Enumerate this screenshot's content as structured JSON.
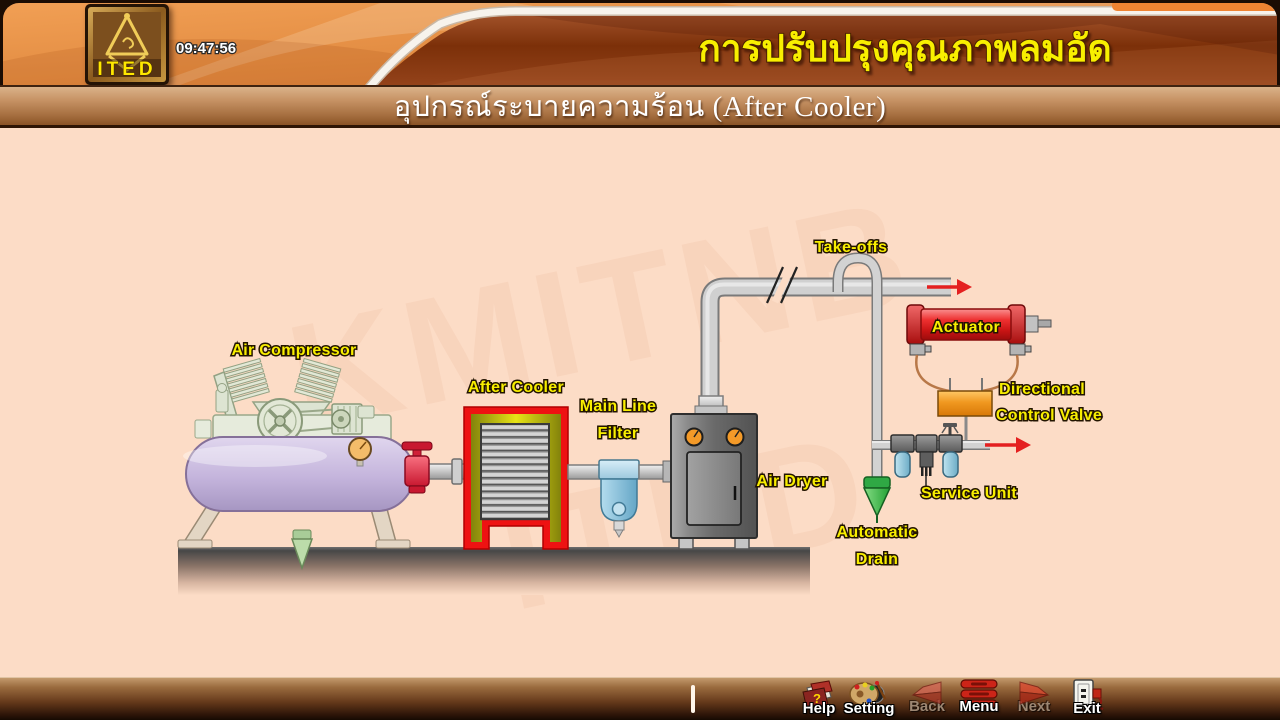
{
  "header": {
    "logo": "ITED",
    "time": "09:47:56",
    "title": "การปรับปรุงคุณภาพลมอัด"
  },
  "subtitle": "อุปกรณ์ระบายความร้อน (After Cooler)",
  "watermark": {
    "line1": "KMITNB",
    "line2": "ITED"
  },
  "colors": {
    "highlight_red": "#ee1212",
    "label_yellow": "#f8ee00",
    "actuator_green": "#1ec73c",
    "accent_orange": "#ef8432"
  },
  "diagram": {
    "highlighted_component": "After Cooler",
    "labels": {
      "air_compressor": "Air Compressor",
      "after_cooler": "After Cooler",
      "main_line": "Main Line",
      "filter": "Filter",
      "air_dryer": "Air Dryer",
      "take_offs": "Take-offs",
      "actuator": "Actuator",
      "directional": "Directional",
      "control_valve": "Control Valve",
      "service_unit": "Service Unit",
      "automatic": "Automatic",
      "drain": "Drain"
    }
  },
  "toolbar": {
    "buttons": [
      {
        "id": "help",
        "label": "Help",
        "enabled": true
      },
      {
        "id": "setting",
        "label": "Setting",
        "enabled": true
      },
      {
        "id": "back",
        "label": "Back",
        "enabled": false
      },
      {
        "id": "menu",
        "label": "Menu",
        "enabled": true
      },
      {
        "id": "next",
        "label": "Next",
        "enabled": false
      },
      {
        "id": "exit",
        "label": "Exit",
        "enabled": true
      }
    ]
  }
}
